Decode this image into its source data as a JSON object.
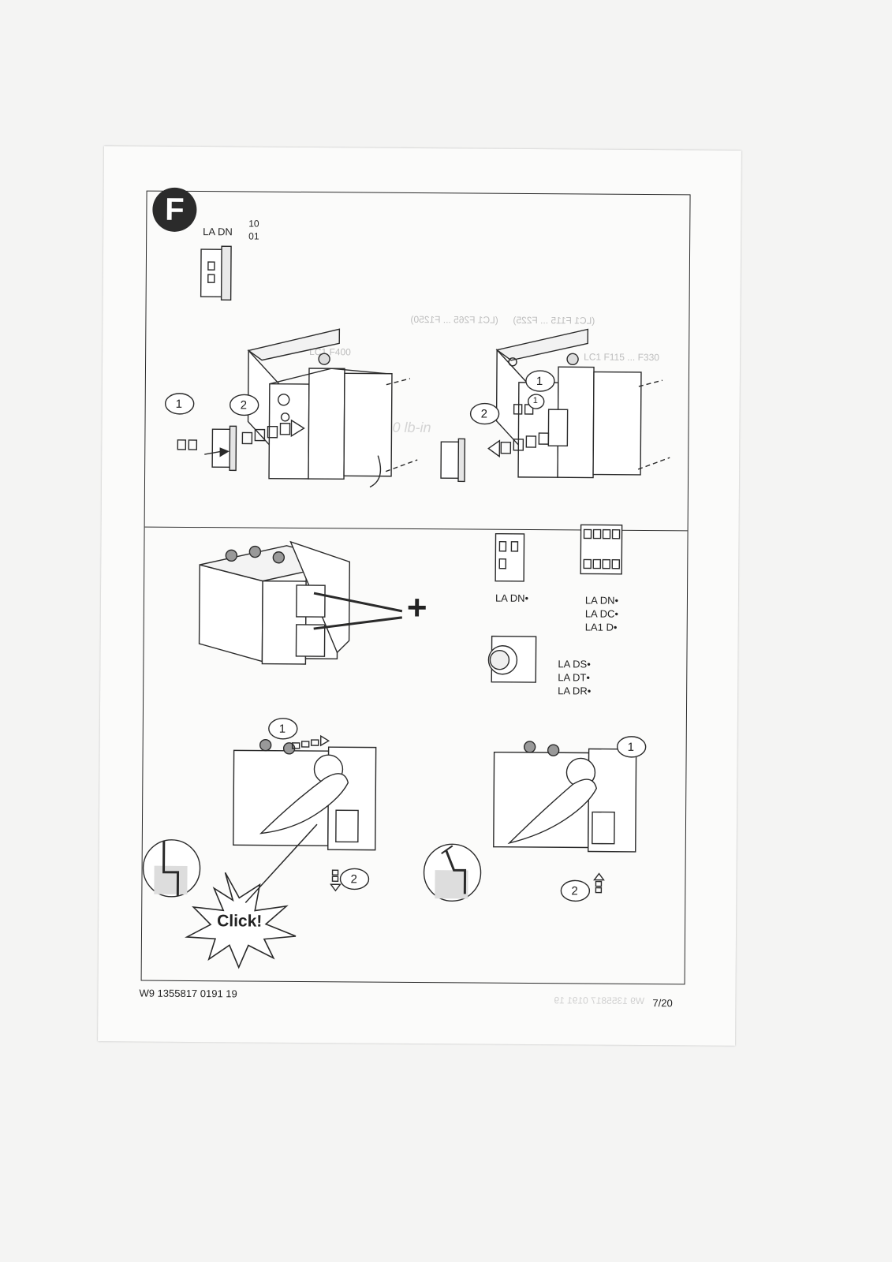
{
  "section_badge": "F",
  "top_panel": {
    "module_name": "LA DN",
    "module_variants": [
      "10",
      "01"
    ],
    "step_numbers": [
      "1",
      "2",
      "1",
      "2",
      "1"
    ]
  },
  "bottom_panel": {
    "accessory_groups": [
      {
        "labels": [
          "LA DN•"
        ]
      },
      {
        "labels": [
          "LA DN•",
          "LA DC•",
          "LA1 D•"
        ]
      },
      {
        "labels": [
          "LA DS•",
          "LA DT•",
          "LA DR•"
        ]
      }
    ],
    "plus_sign": "+",
    "step_numbers": [
      "1",
      "2",
      "1",
      "2"
    ],
    "click_label": "Click!"
  },
  "footer": {
    "doc_code": "W9 1355817 0191 19",
    "page_number": "7/20"
  },
  "bleed_through_text": [
    "(LC1 F115 ... F225)",
    "(LC1 F265 ... F1250)",
    "LC1 F400",
    "LC1 F115 ... F330",
    "10 lb-in"
  ]
}
